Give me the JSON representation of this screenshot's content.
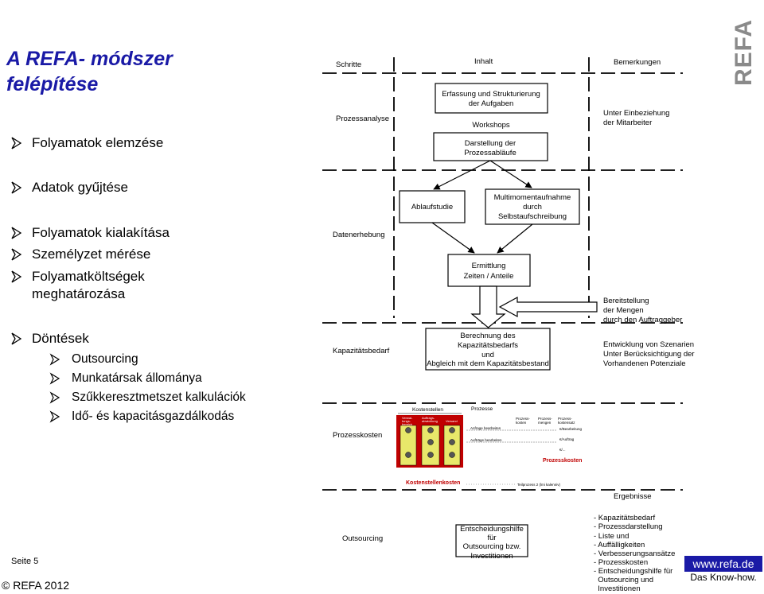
{
  "slide": {
    "title_line1": "A REFA- módszer",
    "title_line2": "felépítése",
    "bullets": [
      "Folyamatok elemzése",
      "Adatok gyűjtése",
      "Folyamatok kialakítása",
      "Személyzet mérése",
      "Folyamatköltségek",
      "meghatározása",
      "Döntések"
    ],
    "sub_bullets": [
      "Outsourcing",
      "Munkatársak állománya",
      "Szűkkeresztmetszet kalkulációk",
      "Idő- és kapacitásgazdálkodás"
    ],
    "page_label": "Seite 5",
    "copyright": "© REFA 2012",
    "website": "www.refa.de",
    "tagline": "Das Know-how.",
    "logo_text": "REFA",
    "accent_color": "#1a1aa6"
  },
  "diagram": {
    "headers": {
      "schritte": "Schritte",
      "inhalt": "Inhalt",
      "bemerkungen": "Bemerkungen",
      "ergebnisse": "Ergebnisse"
    },
    "steps": {
      "prozessanalyse": "Prozessanalyse",
      "datenerhebung": "Datenerhebung",
      "kapazitaetsbedarf": "Kapazitätsbedarf",
      "prozesskosten": "Prozesskosten",
      "outsourcing": "Outsourcing"
    },
    "boxes": {
      "erfassung_1": "Erfassung und Strukturierung",
      "erfassung_2": "der Aufgaben",
      "workshops": "Workshops",
      "darstellung_1": "Darstellung der",
      "darstellung_2": "Prozessabläufe",
      "ablaufstudie": "Ablaufstudie",
      "multi_1": "Multimomentaufnahme",
      "multi_2": "durch",
      "multi_3": "Selbstaufschreibung",
      "ermittlung_1": "Ermittlung",
      "ermittlung_2": "Zeiten / Anteile",
      "berechnung_1": "Berechnung des",
      "berechnung_2": "Kapazitätsbedarfs",
      "berechnung_3": "und",
      "berechnung_4": "Abgleich mit dem Kapazitätsbestand",
      "entscheidung_1": "Entscheidungshilfe",
      "entscheidung_2": "für",
      "entscheidung_3": "Outsourcing bzw.",
      "entscheidung_4": "Investitionen"
    },
    "remarks": {
      "unter_1": "Unter Einbeziehung",
      "unter_2": "der Mitarbeiter",
      "bereit_1": "Bereitstellung",
      "bereit_2": "der Mengen",
      "bereit_3": "durch den Auftraggeber",
      "entw_1": "Entwicklung von Szenarien",
      "entw_2": "Unter Berücksichtigung der",
      "entw_3": "Vorhandenen Potenziale"
    },
    "mini": {
      "kostenstellen": "Kostenstellen",
      "prozesse": "Prozesse",
      "col1_1": "Verwal-",
      "col1_2": "tungs-",
      "col1_3": "bereich",
      "col2_1": "Auftrags-",
      "col2_2": "abwicklung",
      "col3": "Versand",
      "h1_1": "Prozess-",
      "h1_2": "kosten",
      "h2_1": "Prozess-",
      "h2_2": "mengen",
      "h3_1": "Prozess-",
      "h3_2": "kostensatz",
      "row1": "Anfrage bearbeiten",
      "row2": "Aufträge bearbeiten",
      "r1": "€/Bearbeitung",
      "r2": "€/Auftrag",
      "r3": "€/...",
      "prozesskosten_label": "Prozesskosten",
      "kostenstellenkosten": "Kostenstellenkosten",
      "teilprozess": "Teilprozess 2 (lmi kalenniv)"
    },
    "ergebnisse": [
      "- Kapazitätsbedarf",
      "- Prozessdarstellung",
      "- Liste und",
      "- Auffälligkeiten",
      "- Verbesserungsansätze",
      "- Prozesskosten",
      "- Entscheidungshilfe für",
      "  Outsourcing und",
      "  Investitionen"
    ]
  }
}
